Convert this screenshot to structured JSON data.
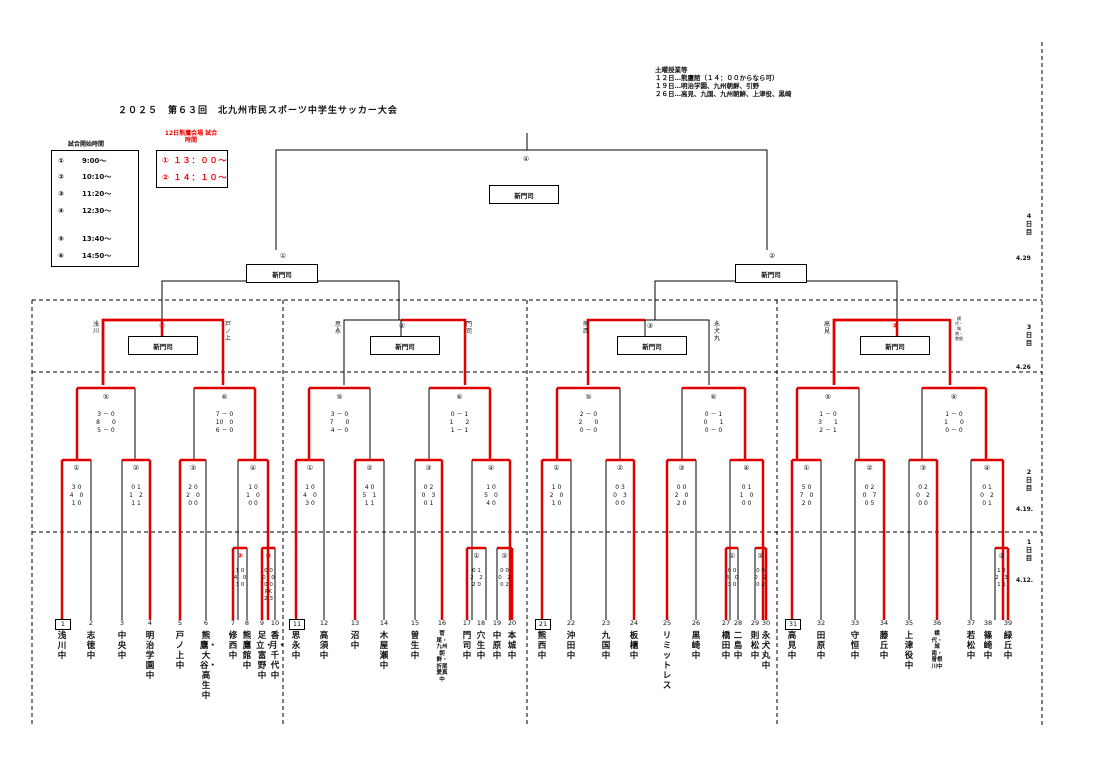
{
  "title": "２０２５　第６３回　北九州市民スポーツ中学生サッカー大会",
  "notes": [
    "土曜授業等",
    "１２日…熊鷹館（１４：００からなら可）",
    "１９日…明治学園、九州朝鮮、引野",
    "２６日…高見、九国、九州朝鮮、上津役、黒崎"
  ],
  "time_table": {
    "heading": "試合開始時間",
    "rows": [
      [
        "①",
        "9:00～"
      ],
      [
        "②",
        "10:10～"
      ],
      [
        "③",
        "11:20～"
      ],
      [
        "④",
        "12:30～"
      ],
      [
        "⑤",
        "13:40～"
      ],
      [
        "⑥",
        "14:50～"
      ]
    ]
  },
  "day12": {
    "heading": "12日熊鷹会場 試合時間",
    "rows": [
      "① １３：００～",
      "② １４：１０～"
    ]
  },
  "venue": "新門司",
  "final": {
    "match": "④"
  },
  "semis": [
    {
      "match": "①"
    },
    {
      "match": "②"
    }
  ],
  "qf": [
    {
      "match": "④",
      "left": "浅川",
      "right": "戸ノ上"
    },
    {
      "match": "②",
      "left": "思永",
      "right": "門司"
    },
    {
      "match": "③",
      "left": "熊西",
      "right": "永犬丸"
    },
    {
      "match": "①",
      "left": "高見",
      "right": "横代・城南・曽根"
    }
  ],
  "r3": [
    {
      "match": "⑤",
      "score": "3 － 0\n8　　0\n5 － 0"
    },
    {
      "match": "⑥",
      "score": "7 － 0\n10　0\n6 － 0"
    },
    {
      "match": "⑤",
      "score": "3 － 0\n7　　0\n4 － 0"
    },
    {
      "match": "⑥",
      "score": "0 － 1\n1　　2\n1 － 1"
    },
    {
      "match": "⑤",
      "score": "2 － 0\n2　　0\n0 － 0"
    },
    {
      "match": "⑥",
      "score": "0 － 1\n0　　1\n0 － 0"
    },
    {
      "match": "⑤",
      "score": "1 － 0\n3　　1\n2 － 1"
    },
    {
      "match": "⑥",
      "score": "1 － 0\n1　　0\n0 － 0"
    }
  ],
  "r2": [
    {
      "match": "①",
      "score": "3 0\n4　0\n1 0"
    },
    {
      "match": "②",
      "score": "0 1\n1　2\n1 1"
    },
    {
      "match": "③",
      "score": "2 0\n2　0\n0 0"
    },
    {
      "match": "④",
      "score": "1 0\n1　0\n0 0"
    },
    {
      "match": "①",
      "score": "1 0\n4　0\n3 0"
    },
    {
      "match": "②",
      "score": "4 0\n5　1\n1 1"
    },
    {
      "match": "③",
      "score": "0 2\n0　3\n0 1"
    },
    {
      "match": "④",
      "score": "1 0\n5　0\n4 0"
    },
    {
      "match": "①",
      "score": "1 0\n2　0\n1 0"
    },
    {
      "match": "②",
      "score": "0 3\n0　3\n0 0"
    },
    {
      "match": "③",
      "score": "0 0\n2　0\n2 0"
    },
    {
      "match": "④",
      "score": "0 1\n1　0\n0 0"
    },
    {
      "match": "①",
      "score": "5 0\n7　0\n2 0"
    },
    {
      "match": "②",
      "score": "0 2\n0　7\n0 5"
    },
    {
      "match": "③",
      "score": "0 2\n0　2\n0 0"
    },
    {
      "match": "④",
      "score": "0 1\n0　2\n0 1"
    }
  ],
  "r1": [
    {
      "match": "②",
      "score": "1 0\n4　0\n3 0"
    },
    {
      "match": "③",
      "score": "0 0\n0　0\n0 0\nPK\n2-3"
    },
    {
      "match": "①",
      "score": "0 1\n2　2\n2 0"
    },
    {
      "match": "②",
      "score": "0 0\n0　2\n0 2"
    },
    {
      "match": "①",
      "score": "0 0\n3　0\n3 0"
    },
    {
      "match": "②",
      "score": "0 0\n0　2\n0 2"
    },
    {
      "match": "③",
      "score": "1 2\n2　3\n1 1"
    }
  ],
  "teams": [
    {
      "no": "1",
      "name": "浅川中"
    },
    {
      "no": "2",
      "name": "志徳中"
    },
    {
      "no": "3",
      "name": "中央中"
    },
    {
      "no": "4",
      "name": "明治学園中"
    },
    {
      "no": "5",
      "name": "戸ノ上中"
    },
    {
      "no": "6",
      "name": "熊鷹・大谷・高生中"
    },
    {
      "no": "7",
      "name": "修西中"
    },
    {
      "no": "8",
      "name": "熊鷹館中"
    },
    {
      "no": "9",
      "name": "足立・富野中"
    },
    {
      "no": "10",
      "name": "香月・千代中"
    },
    {
      "no": "11",
      "name": "思永中"
    },
    {
      "no": "12",
      "name": "高須中"
    },
    {
      "no": "13",
      "name": "沼中"
    },
    {
      "no": "14",
      "name": "木屋瀬中"
    },
    {
      "no": "15",
      "name": "曽生中"
    },
    {
      "no": "16",
      "name": "菅尾・九州朝鮮・折尾愛真中"
    },
    {
      "no": "17",
      "name": "門司中"
    },
    {
      "no": "18",
      "name": "穴生中"
    },
    {
      "no": "19",
      "name": "中原中"
    },
    {
      "no": "20",
      "name": "本城中"
    },
    {
      "no": "21",
      "name": "熊西中"
    },
    {
      "no": "22",
      "name": "沖田中"
    },
    {
      "no": "23",
      "name": "九国中"
    },
    {
      "no": "24",
      "name": "板櫃中"
    },
    {
      "no": "25",
      "name": "リミットレス"
    },
    {
      "no": "26",
      "name": "黒崎中"
    },
    {
      "no": "27",
      "name": "橋田中"
    },
    {
      "no": "28",
      "name": "二島中"
    },
    {
      "no": "29",
      "name": "則松中"
    },
    {
      "no": "30",
      "name": "永犬丸中"
    },
    {
      "no": "31",
      "name": "高見中"
    },
    {
      "no": "32",
      "name": "田原中"
    },
    {
      "no": "33",
      "name": "守恒中"
    },
    {
      "no": "34",
      "name": "藤丘中"
    },
    {
      "no": "35",
      "name": "上津役中"
    },
    {
      "no": "36",
      "name": "横代・城南・曽根川中"
    },
    {
      "no": "37",
      "name": "若松中"
    },
    {
      "no": "38",
      "name": "篠崎中"
    },
    {
      "no": "39",
      "name": "緑丘中"
    }
  ],
  "rounds": [
    {
      "label": "4日目",
      "date": "4.29"
    },
    {
      "label": "3日目",
      "date": "4.26"
    },
    {
      "label": "2日目",
      "date": "4.19."
    },
    {
      "label": "1日目",
      "date": "4.12."
    }
  ],
  "colors": {
    "win": "#e00000",
    "line": "#000000"
  }
}
